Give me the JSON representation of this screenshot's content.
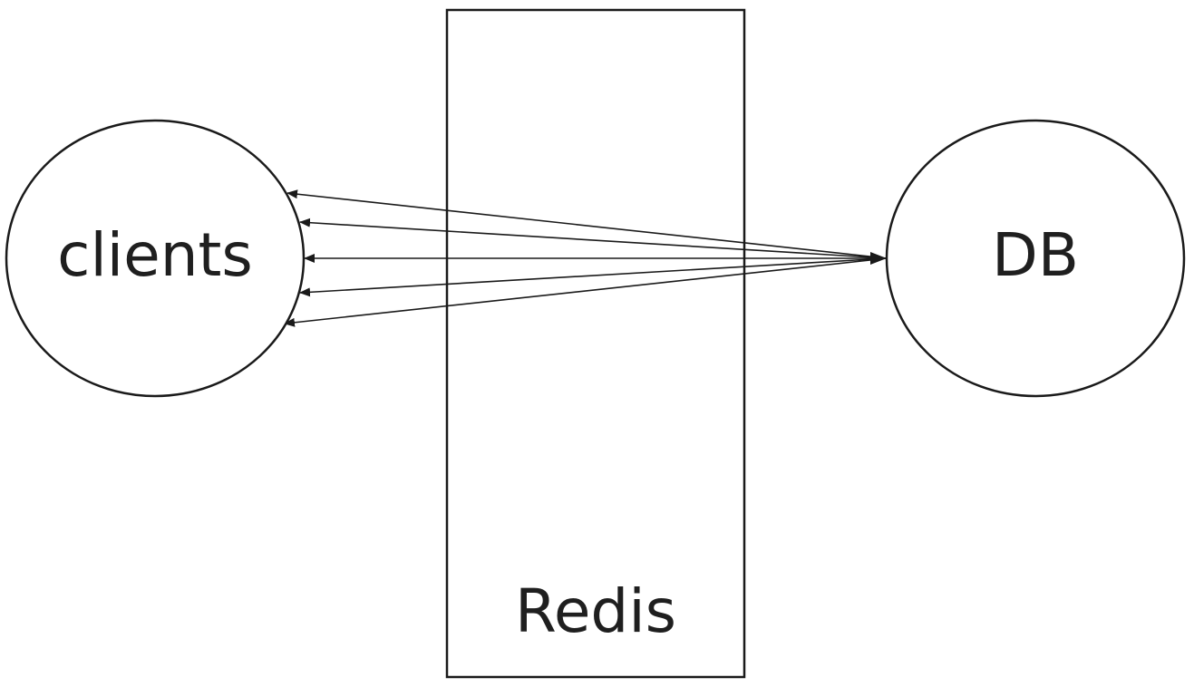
{
  "diagram": {
    "nodes": {
      "clients": {
        "label": "clients"
      },
      "redis": {
        "label": "Redis"
      },
      "db": {
        "label": "DB"
      }
    },
    "edges": [
      {
        "from": "db",
        "to": "clients"
      },
      {
        "from": "db",
        "to": "clients"
      },
      {
        "from": "db",
        "to": "clients"
      },
      {
        "from": "db",
        "to": "clients"
      },
      {
        "from": "db",
        "to": "clients"
      }
    ]
  }
}
